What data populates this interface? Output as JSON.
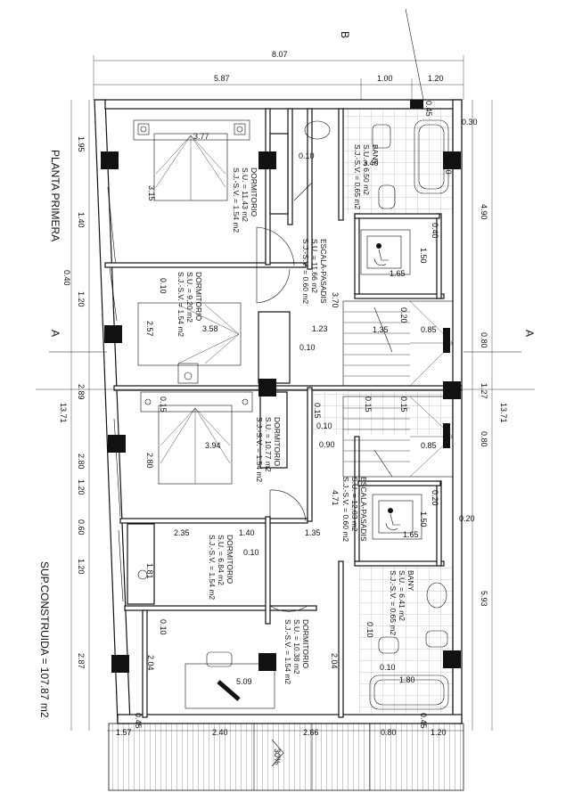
{
  "plan": {
    "title": "PLANTA PRIMERA",
    "built_area": "SUP.CONSTRUIDA = 107.87 m2",
    "section_marks": {
      "a_left": "A",
      "a_right": "A",
      "b_top": "B"
    },
    "roof_slope": "30%",
    "dims_top": {
      "overall": "8.07",
      "left": "5.87",
      "mid": "1.00",
      "right": "1.20"
    },
    "dims_bottom": [
      "1.57",
      "2.40",
      "2.66",
      "0.80",
      "1.20"
    ],
    "dims_left": [
      "1.95",
      "1.40",
      "1.20",
      "2.89",
      "2.80",
      "1.20",
      "0.60",
      "1.20",
      "2.87"
    ],
    "dims_left_total": "13.71",
    "dims_left_small": "0.40",
    "dims_right": [
      "4.90",
      "0.80",
      "1.27",
      "0.80",
      "5.93"
    ],
    "dims_right_total": "13.71",
    "dims_interior": {
      "d_3_77": "3.77",
      "d_3_15": "3.15",
      "d_0_10a": "0.10",
      "d_0_10b": "0.10",
      "d_2_57": "2.57",
      "d_3_58": "3.58",
      "d_0_10c": "0.10",
      "d_1_23": "1.23",
      "d_3_70": "3.70",
      "d_0_15a": "0.15",
      "d_3_94": "3.94",
      "d_2_80": "2.80",
      "d_0_15b": "0.15",
      "d_0_10d": "0.10",
      "d_0_90": "0.90",
      "d_4_71": "4.71",
      "d_2_35": "2.35",
      "d_1_40": "1.40",
      "d_1_35": "1.35",
      "d_0_10e": "0.10",
      "d_1_81": "1.81",
      "d_0_10f": "0.10",
      "d_2_04a": "2.04",
      "d_2_04b": "2.04",
      "d_5_09": "5.09",
      "d_0_45a": "0.45",
      "d_0_45b": "0.45",
      "d_0_45c": "0.45",
      "d_0_30": "0.30",
      "d_3_40": "3.40",
      "d_2_10": "2.10",
      "d_1_65a": "1.65",
      "d_1_50a": "1.50",
      "d_0_40": "0.40",
      "d_0_20a": "0.20",
      "d_1_35b": "1.35",
      "d_0_85a": "0.85",
      "d_0_15c": "0.15",
      "d_0_15d": "0.15",
      "d_0_85b": "0.85",
      "d_1_50b": "1.50",
      "d_1_65b": "1.65",
      "d_0_20b": "0.20",
      "d_0_20c": "0.20",
      "d_1_80": "1.80",
      "d_0_10g": "0.10",
      "d_0_10h": "0.10"
    },
    "rooms": [
      {
        "name": "DORMITORIO",
        "su": "S.U. = 11.43 m2",
        "sv": "S.J.-S.V. = 1.54 m2"
      },
      {
        "name": "DORMITORIO",
        "su": "S.U. = 9.20 m2",
        "sv": "S.J.-S.V. = 1.54 m2"
      },
      {
        "name": "DORMITORIO",
        "su": "S.U. = 10.77 m2",
        "sv": "S.J.-S.V. = 1.54 m2"
      },
      {
        "name": "DORMITORIO",
        "su": "S.U. = 6.84 m2",
        "sv": "S.J.-S.V. = 1.54 m2"
      },
      {
        "name": "DORMITORIO",
        "su": "S.U. = 10.38 m2",
        "sv": "S.J.-S.V. = 1.54 m2"
      },
      {
        "name": "ESCALA-PASADIS",
        "su": "S.U. = 11.66 m2",
        "sv": "S.J.-S.V. = 0.60 m2"
      },
      {
        "name": "ESCALA-PASADIS",
        "su": "S.U. = 12.03 m2",
        "sv": "S.J.-S.V. = 0.60 m2"
      },
      {
        "name": "BANY",
        "su": "S.U. = 6.50 m2",
        "sv": "S.J.-S.V. = 0.65 m2"
      },
      {
        "name": "BANY",
        "su": "S.U. = 6.41 m2",
        "sv": "S.J.-S.V. = 0.65 m2"
      }
    ]
  }
}
